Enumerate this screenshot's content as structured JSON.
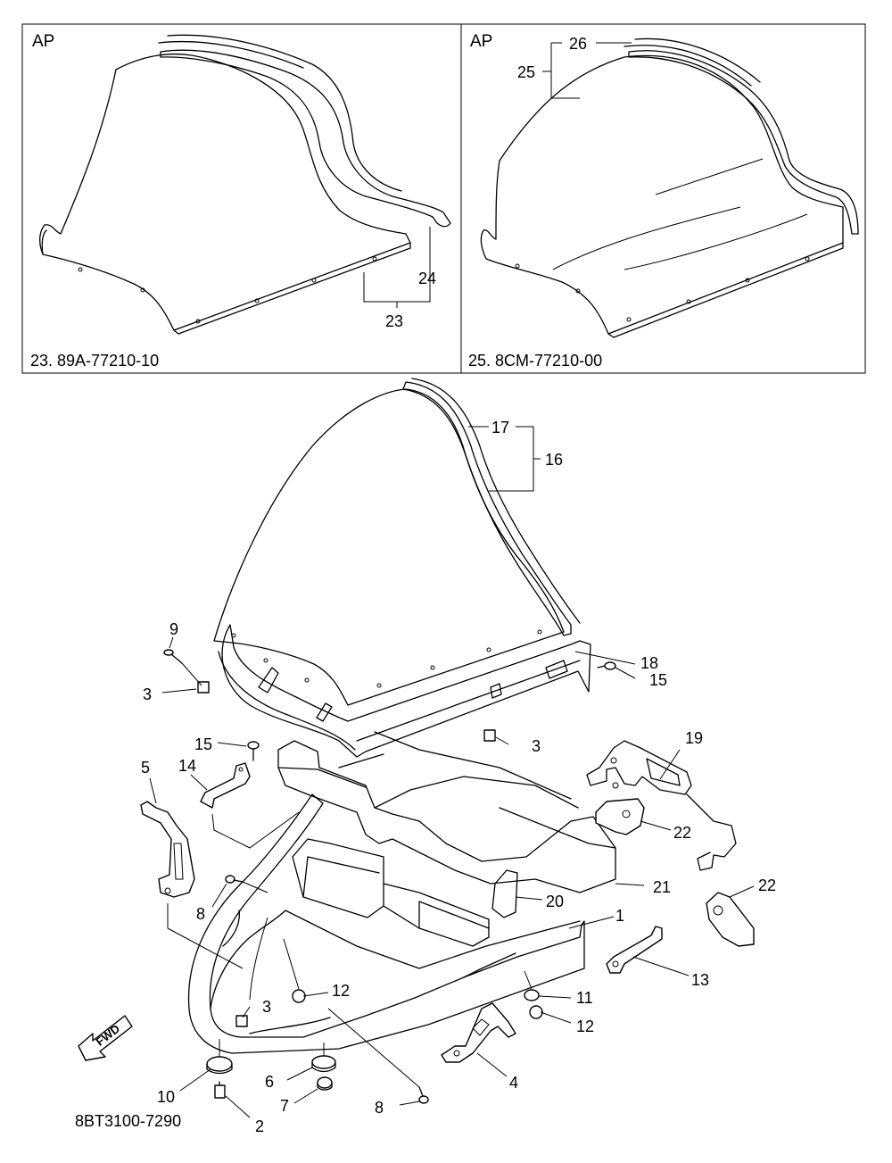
{
  "inset_left": {
    "tag": "AP",
    "caption": "23. 89A-77210-10",
    "callouts": [
      "23",
      "24"
    ]
  },
  "inset_right": {
    "tag": "AP",
    "caption": "25. 8CM-77210-00",
    "callouts": [
      "25",
      "26"
    ]
  },
  "drawing_code": "8BT3100-7290",
  "fwd_arrow": {
    "text": "FWD",
    "icon": "fwd-arrow-icon"
  },
  "callouts": {
    "c1": "1",
    "c2": "2",
    "c3a": "3",
    "c3b": "3",
    "c3c": "3",
    "c4": "4",
    "c5": "5",
    "c6": "6",
    "c7": "7",
    "c8a": "8",
    "c8b": "8",
    "c9": "9",
    "c10": "10",
    "c11": "11",
    "c12a": "12",
    "c12b": "12",
    "c13": "13",
    "c14": "14",
    "c15a": "15",
    "c15b": "15",
    "c16": "16",
    "c17": "17",
    "c18": "18",
    "c19": "19",
    "c20": "20",
    "c21": "21",
    "c22a": "22",
    "c22b": "22"
  }
}
